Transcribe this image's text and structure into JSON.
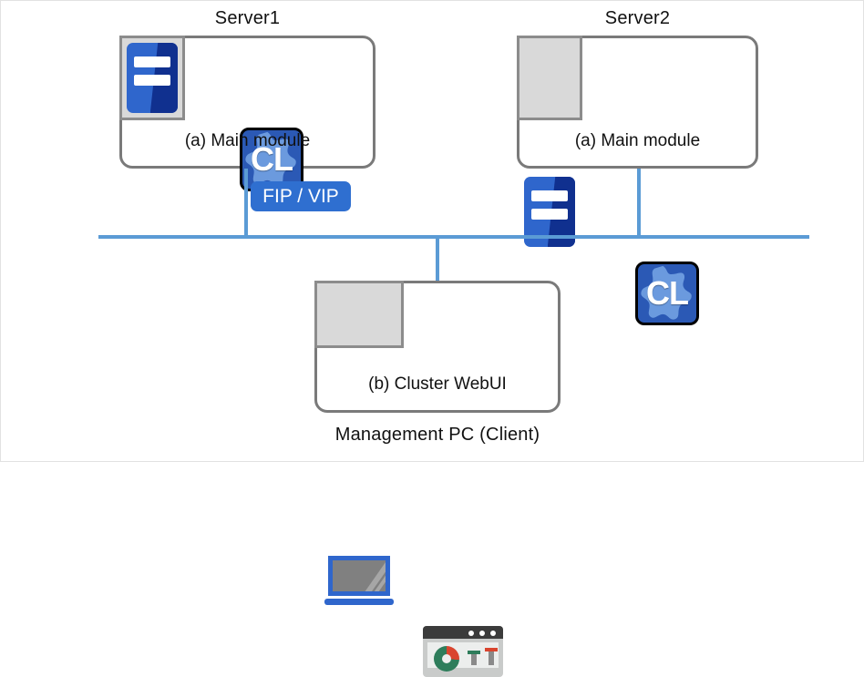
{
  "diagram": {
    "title_server1": "Server1",
    "title_server2": "Server2",
    "caption_management_pc": "Management PC (Client)",
    "label_main_module": "(a) Main module",
    "label_cluster_webui": "(b) Cluster WebUI",
    "badge_fip_vip": "FIP / VIP",
    "icons": {
      "server_glyph": "server-icon",
      "cl_glyph_text": "CL",
      "laptop_glyph": "laptop-icon",
      "browser_glyph": "browser-dashboard-icon"
    },
    "colors": {
      "wire": "#5b9bd5",
      "badge_bg": "#2f6fd0",
      "box_border": "#7a7a7a",
      "icon_plate_bg": "#d9d9d9",
      "icon_plate_border": "#8c8c8c",
      "server_blue": "#2f66cc",
      "server_blue_dark": "#10308f",
      "cl_blue": "#2b59b5",
      "donut_green": "#2e7d5b",
      "donut_red": "#d9452f",
      "browser_titlebar": "#3b3b3b",
      "page_border": "#e2e2e2",
      "text": "#111111"
    }
  }
}
